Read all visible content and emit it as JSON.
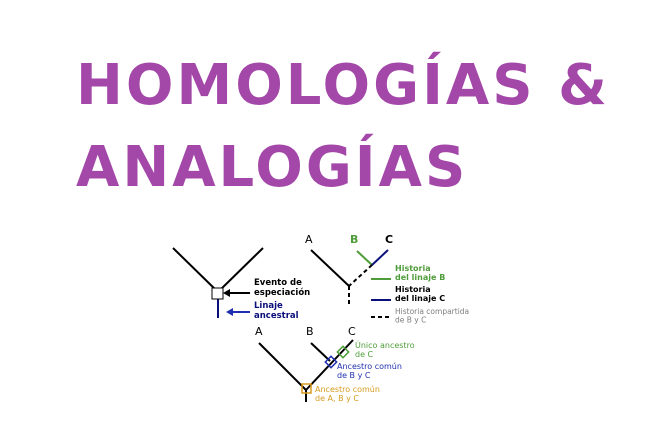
{
  "title": {
    "line1": "HOMOLOGÍAS &",
    "line2": "ANALOGÍAS"
  },
  "colors": {
    "title": "#a347a8",
    "lineage_b": "#4f9c3a",
    "lineage_c": "#0b0f7a",
    "common_abc": "#d79b1e",
    "shared_history": "#7f7f7f"
  },
  "diagram_left": {
    "speciation_event": "Evento de\nespeciación",
    "ancestral_lineage": "Linaje\nancestral"
  },
  "diagram_right": {
    "label_a": "A",
    "label_b": "B",
    "label_c": "C",
    "legend_b": "Historia\ndel linaje B",
    "legend_c": "Historia\ndel linaje C",
    "legend_shared": "Historia compartida\nde B y C"
  },
  "diagram_bottom": {
    "label_a": "A",
    "label_b": "B",
    "label_c": "C",
    "unique_ancestor_c": "Único ancestro\nde C",
    "common_ancestor_bc": "Ancestro común\nde B y C",
    "common_ancestor_abc": "Ancestro común\nde A, B y C"
  }
}
